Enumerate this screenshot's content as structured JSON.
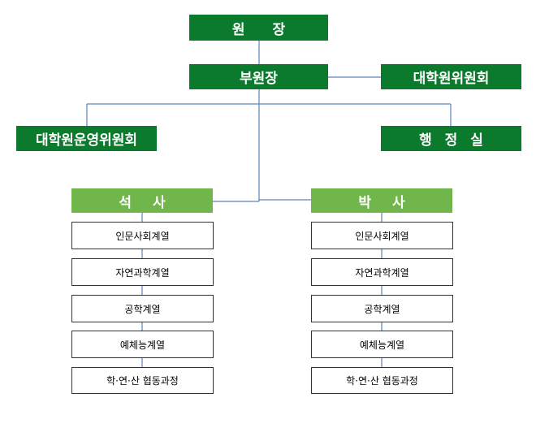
{
  "director": "원 장",
  "vice_director": "부원장",
  "graduate_committee": "대학원위원회",
  "graduate_operations_committee": "대학원운영위원회",
  "admin_office": "행 정 실",
  "masters": {
    "title": "석 사",
    "items": [
      "인문사회계열",
      "자연과학계열",
      "공학계열",
      "예체능계열",
      "학·연·산 협동과정"
    ]
  },
  "doctoral": {
    "title": "박 사",
    "items": [
      "인문사회계열",
      "자연과학계열",
      "공학계열",
      "예체능계열",
      "학·연·산 협동과정"
    ]
  },
  "colors": {
    "dark_green": "#0c7a2c",
    "light_green": "#71b64b",
    "connector": "#5b84b6",
    "item_border": "#333333"
  }
}
